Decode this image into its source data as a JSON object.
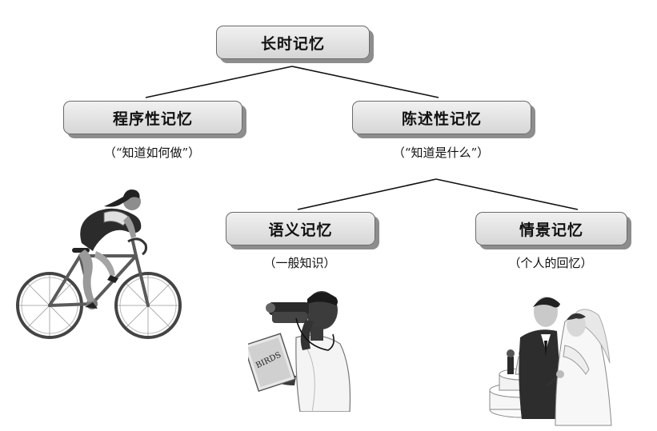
{
  "nodes": {
    "root": {
      "label": "长时记忆"
    },
    "procedural": {
      "label": "程序性记忆",
      "note": "（“知道如何做”）"
    },
    "declarative": {
      "label": "陈述性记忆",
      "note": "（“知道是什么”）"
    },
    "semantic": {
      "label": "语义记忆",
      "note": "（一般知识）"
    },
    "episodic": {
      "label": "情景记忆",
      "note": "（个人的回忆）"
    }
  },
  "illustrations": {
    "cyclist": {
      "icon": "cyclist-icon"
    },
    "reader": {
      "icon": "binoculars-reader-icon",
      "book_text": "BIRDS"
    },
    "wedding": {
      "icon": "wedding-couple-icon"
    }
  }
}
